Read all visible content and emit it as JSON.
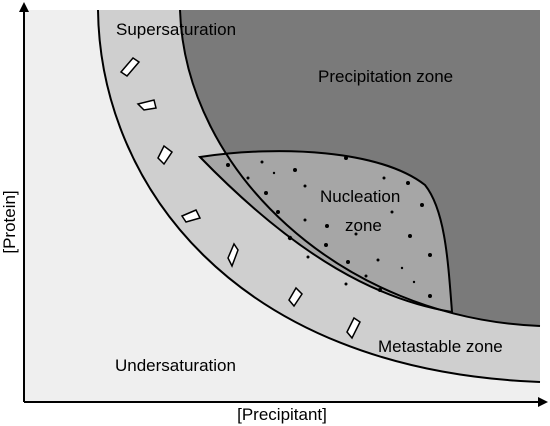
{
  "axes": {
    "x_label": "[Precipitant]",
    "y_label": "[Protein]"
  },
  "zones": {
    "supersaturation": "Supersaturation",
    "precipitation": "Precipitation zone",
    "nucleation_line1": "Nucleation",
    "nucleation_line2": "zone",
    "metastable": "Metastable zone",
    "undersaturation": "Undersaturation"
  },
  "colors": {
    "undersaturation": "#efefef",
    "metastable": "#cfcfcf",
    "nucleation": "#a6a6a6",
    "precipitation": "#7a7a7a",
    "outline": "#000000"
  }
}
